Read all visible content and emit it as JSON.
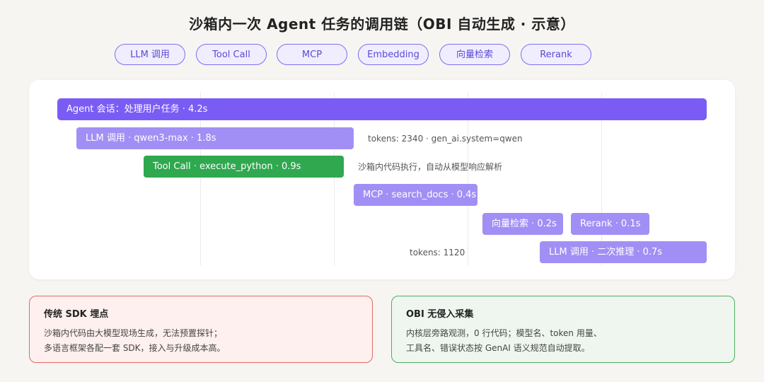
{
  "title": "沙箱内一次 Agent 任务的调用链（OBI 自动生成 · 示意）",
  "legend": [
    "LLM 调用",
    "Tool Call",
    "MCP",
    "Embedding",
    "向量检索",
    "Rerank"
  ],
  "spans": [
    {
      "label": "Agent 会话：处理用户任务 · 4.2s",
      "kind": "agent",
      "color": "#7a5cf5"
    },
    {
      "label": "LLM 调用 · qwen3-max · 1.8s",
      "kind": "llm",
      "color": "#a28ff5"
    },
    {
      "label": "Tool Call · execute_python · 0.9s",
      "kind": "tool",
      "color": "#2fa84f"
    },
    {
      "label": "MCP · search_docs · 0.4s",
      "kind": "mcp",
      "color": "#a28ff5"
    },
    {
      "label": "向量检索 · 0.2s",
      "kind": "vector",
      "color": "#a28ff5"
    },
    {
      "label": "Rerank · 0.1s",
      "kind": "rerank",
      "color": "#a28ff5"
    },
    {
      "label": "LLM 调用 · 二次推理 · 0.7s",
      "kind": "llm",
      "color": "#a28ff5"
    }
  ],
  "annotations": [
    "tokens: 2340 · gen_ai.system=qwen",
    "沙箱内代码执行，自动从模型响应解析",
    "tokens: 1120"
  ],
  "cards": {
    "sdk": {
      "title": "传统 SDK 埋点",
      "lines": [
        "沙箱内代码由大模型现场生成，无法预置探针；",
        "多语言框架各配一套 SDK，接入与升级成本高。"
      ]
    },
    "obi": {
      "title": "OBI 无侵入采集",
      "lines": [
        "内核层旁路观测，0 行代码；模型名、token 用量、",
        "工具名、错误状态按 GenAI 语义规范自动提取。"
      ]
    }
  }
}
